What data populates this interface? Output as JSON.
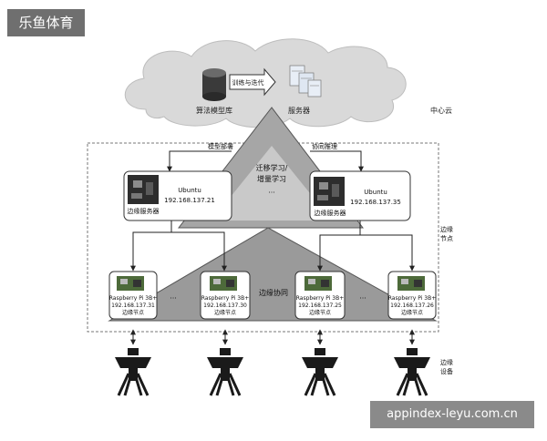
{
  "watermark": {
    "top_left": "乐鱼体育",
    "bottom_right": "appindex-leyu.com.cn"
  },
  "cloud": {
    "db_label": "算法模型库",
    "arrow_label": "训练与迭代",
    "server_label": "服务器",
    "side_label": "中心云"
  },
  "top_triangle": {
    "line1": "迁移学习/",
    "line2": "增量学习",
    "ellipsis": "···"
  },
  "connectors": {
    "deploy_label": "模型部署",
    "infer_label": "协同推理"
  },
  "edge_servers": [
    {
      "name": "Ubuntu",
      "ip": "192.168.137.21",
      "caption": "边缘服务器"
    },
    {
      "name": "Ubuntu",
      "ip": "192.168.137.35",
      "caption": "边缘服务器"
    }
  ],
  "edge_side_label": {
    "line1": "边缘",
    "line2": "节点"
  },
  "bottom_triangle_label": "边缘协同",
  "pi_nodes": [
    {
      "model": "Raspberry Pi 3B+",
      "ip": "192.168.137.31",
      "caption": "边缘节点"
    },
    {
      "model": "Raspberry Pi 3B+",
      "ip": "192.168.137.30",
      "caption": "边缘节点"
    },
    {
      "model": "Raspberry Pi 3B+",
      "ip": "192.168.137.25",
      "caption": "边缘节点"
    },
    {
      "model": "Raspberry Pi 3B+",
      "ip": "192.168.137.26",
      "caption": "边缘节点"
    }
  ],
  "pi_gap_ellipsis": "···",
  "device_side_label": {
    "line1": "边缘",
    "line2": "设备"
  }
}
